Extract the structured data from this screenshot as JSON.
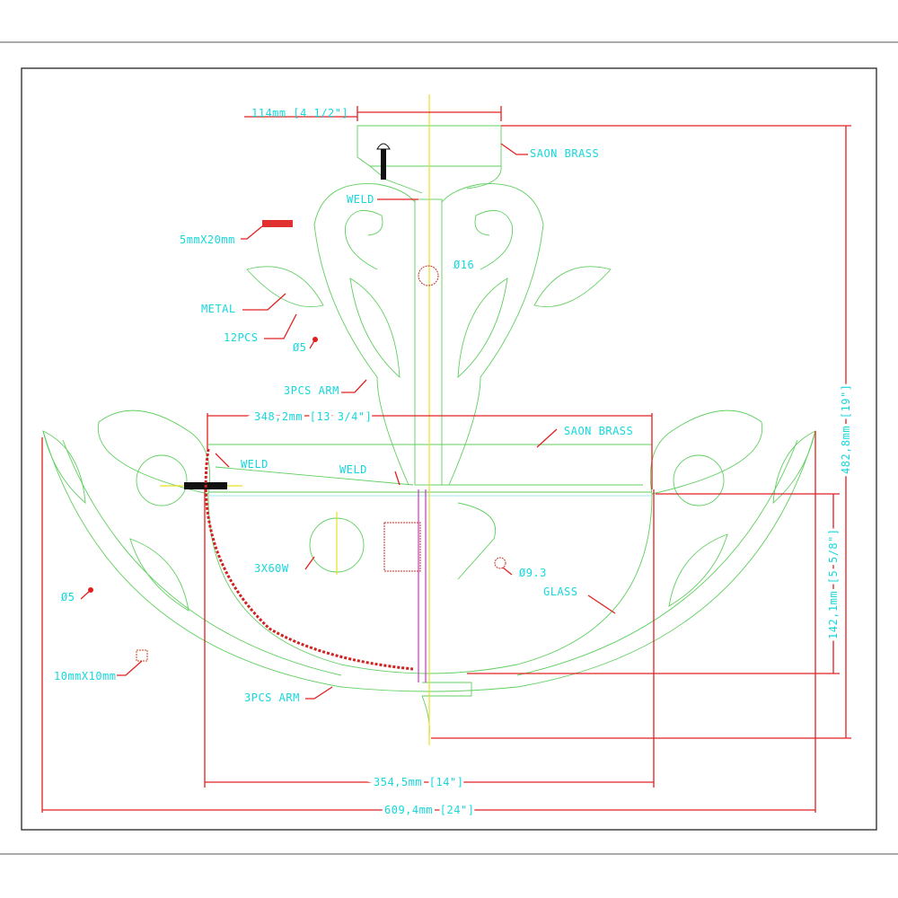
{
  "drawing": {
    "labels": {
      "top_width": "114mm [4 1/2\"]",
      "canopy_material": "SAON BRASS",
      "weld_top": "WELD",
      "flat_bar": "5mmX20mm",
      "rod_diameter": "Ø16",
      "leaf_material": "METAL",
      "leaf_count": "12PCS",
      "small_rod_top": "Ø5",
      "upper_arms": "3PCS ARM",
      "ring_width": "348,2mm [13 3/4\"]",
      "ring_material": "SAON BRASS",
      "weld_left": "WELD",
      "weld_center": "WELD",
      "bulbs": "3X60W",
      "hook_diameter": "Ø9.3",
      "glass": "GLASS",
      "small_rod_left": "Ø5",
      "square_bar": "10mmX10mm",
      "lower_arms": "3PCS ARM",
      "bowl_width": "354,5mm [14\"]",
      "overall_width": "609,4mm [24\"]",
      "overall_height": "482,8mm [19\"]",
      "bowl_height": "142,1mm [5 5/8\"]"
    },
    "colors": {
      "text": "#16d8dc",
      "dimension": "#e02020",
      "outline": "#5fcf5f",
      "centerline": "#e8e020"
    }
  }
}
